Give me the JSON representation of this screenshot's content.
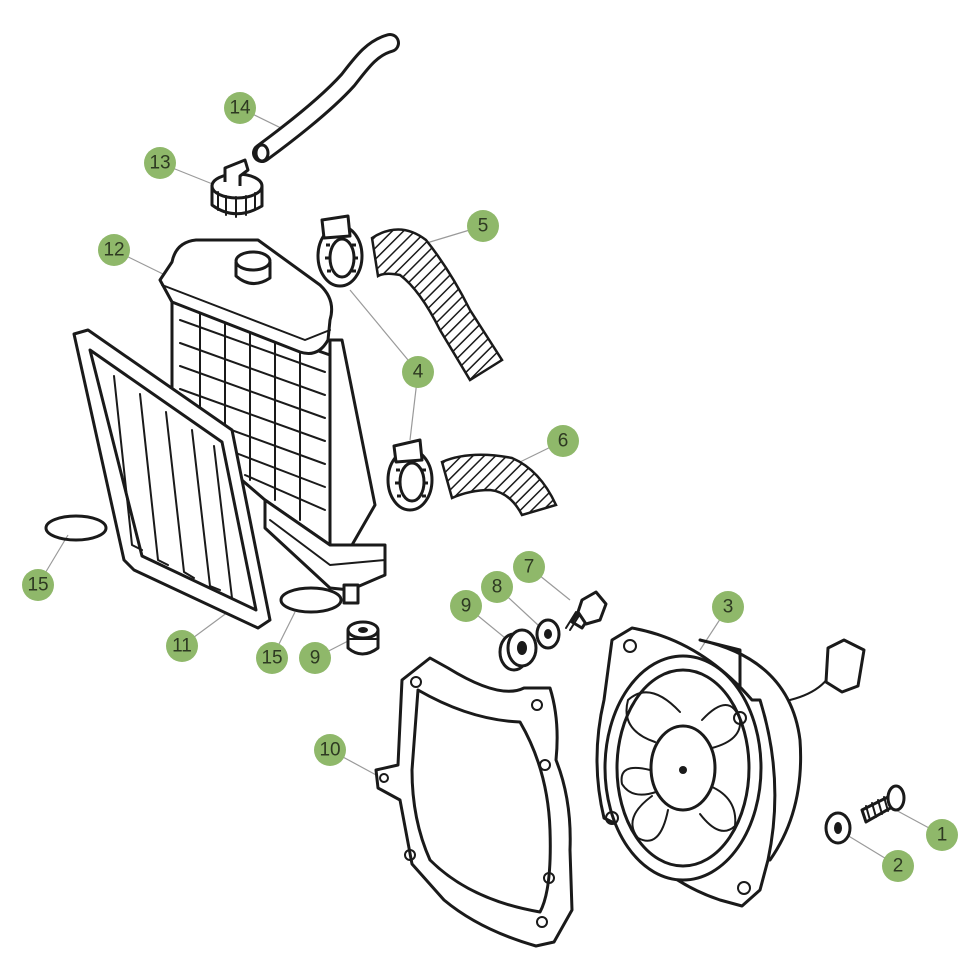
{
  "diagram": {
    "type": "exploded-parts-diagram",
    "badge_color": "#8fb86a",
    "callouts": [
      {
        "id": "c1",
        "label": "1"
      },
      {
        "id": "c2",
        "label": "2"
      },
      {
        "id": "c3",
        "label": "3"
      },
      {
        "id": "c4",
        "label": "4"
      },
      {
        "id": "c5",
        "label": "5"
      },
      {
        "id": "c6",
        "label": "6"
      },
      {
        "id": "c7",
        "label": "7"
      },
      {
        "id": "c8",
        "label": "8"
      },
      {
        "id": "c9a",
        "label": "9"
      },
      {
        "id": "c9b",
        "label": "9"
      },
      {
        "id": "c10",
        "label": "10"
      },
      {
        "id": "c11",
        "label": "11"
      },
      {
        "id": "c12",
        "label": "12"
      },
      {
        "id": "c13",
        "label": "13"
      },
      {
        "id": "c14",
        "label": "14"
      },
      {
        "id": "c15a",
        "label": "15"
      },
      {
        "id": "c15b",
        "label": "15"
      }
    ]
  }
}
